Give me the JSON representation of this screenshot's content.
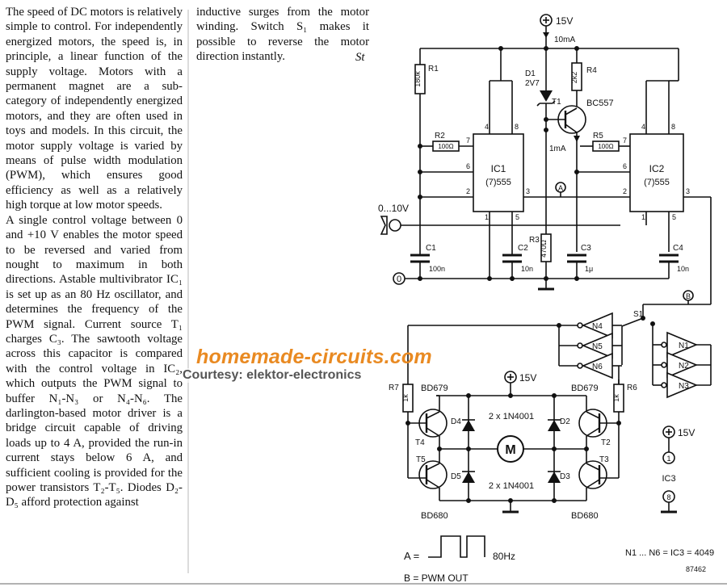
{
  "article": {
    "col1_p1": "The speed of DC motors is relatively simple to control. For independently energized motors, the speed is, in principle, a linear function of the supply voltage. Motors with a permanent magnet are a sub-category of independently energized motors, and they are often used in toys and models. In this circuit, the motor supply voltage is varied by means of pulse width modulation (PWM), which ensures good efficiency as well as a relatively high torque at low motor speeds.",
    "col1_p2": "A single control voltage between 0 and +10 V enables the motor speed to be reversed and varied from nought to maximum in both directions. Astable multivibrator IC₁ is set up as an 80 Hz oscillator, and determines the frequency of the PWM signal. Current source T₁ charges C₃. The sawtooth voltage across this capacitor is compared with the control voltage in IC₂, which outputs the PWM signal to buffer N₁-N₃ or N₄-N₆. The darlington-based motor driver is a bridge circuit capable of driving loads up to 4 A, provided the run-in current stays below 6 A, and sufficient cooling is provided for the power transistors T₂-T₅. Diodes D₂-D₅ afford protection against",
    "col2_text": "inductive surges from the motor winding. Switch S₁ makes it possible to reverse the motor direction instantly.",
    "signature": "St"
  },
  "watermark": {
    "site": "homemade-circuits.com",
    "courtesy": "Courtesy: elektor-electronics"
  },
  "schematic": {
    "supply_top": "15V",
    "current_10mA": "10mA",
    "current_1mA": "1mA",
    "r1": {
      "name": "R1",
      "value": "180k"
    },
    "r2": {
      "name": "R2",
      "value": "100Ω"
    },
    "r3": {
      "name": "R3",
      "value": "470Ω"
    },
    "r4": {
      "name": "R4",
      "value": "2k2"
    },
    "r5": {
      "name": "R5",
      "value": "100Ω"
    },
    "r6": {
      "name": "R6",
      "value": "1k"
    },
    "r7": {
      "name": "R7",
      "value": "1k"
    },
    "d1": {
      "name": "D1",
      "value": "2V7"
    },
    "t1": {
      "name": "T1",
      "value": "BC557"
    },
    "ic1": {
      "name": "IC1",
      "value": "(7)555"
    },
    "ic2": {
      "name": "IC2",
      "value": "(7)555"
    },
    "c1": {
      "name": "C1",
      "value": "100n"
    },
    "c2": {
      "name": "C2",
      "value": "10n"
    },
    "c3": {
      "name": "C3",
      "value": "1μ"
    },
    "c4": {
      "name": "C4",
      "value": "10n"
    },
    "input_label": "0...10V",
    "ground_label": "0",
    "node_a": "A",
    "node_b": "B",
    "s1": "S1",
    "gates": [
      "N1",
      "N2",
      "N3",
      "N4",
      "N5",
      "N6"
    ],
    "supply_bridge": "15V",
    "t2": {
      "name": "T2",
      "value": "BD679"
    },
    "t3": {
      "name": "T3",
      "value": "BD680"
    },
    "t4": {
      "name": "T4",
      "value": "BD679"
    },
    "t5": {
      "name": "T5",
      "value": "BD680"
    },
    "d_top": "2 x 1N4001",
    "d_bot": "2 x 1N4001",
    "d_labels": [
      "D2",
      "D3",
      "D4",
      "D5"
    ],
    "motor": "M",
    "ic3_supply": "15V",
    "ic3": "IC3",
    "ic3_pin_top": "1",
    "ic3_pin_bot": "8",
    "pin": {
      "p1": "1",
      "p2": "2",
      "p3": "3",
      "p4": "4",
      "p5": "5",
      "p6": "6",
      "p7": "7",
      "p8": "8"
    },
    "legend_a": "A =",
    "legend_a_freq": "80Hz",
    "legend_b": "B = PWM OUT",
    "legend_ic": "N1 ... N6 = IC3 = 4049",
    "code": "87462"
  }
}
